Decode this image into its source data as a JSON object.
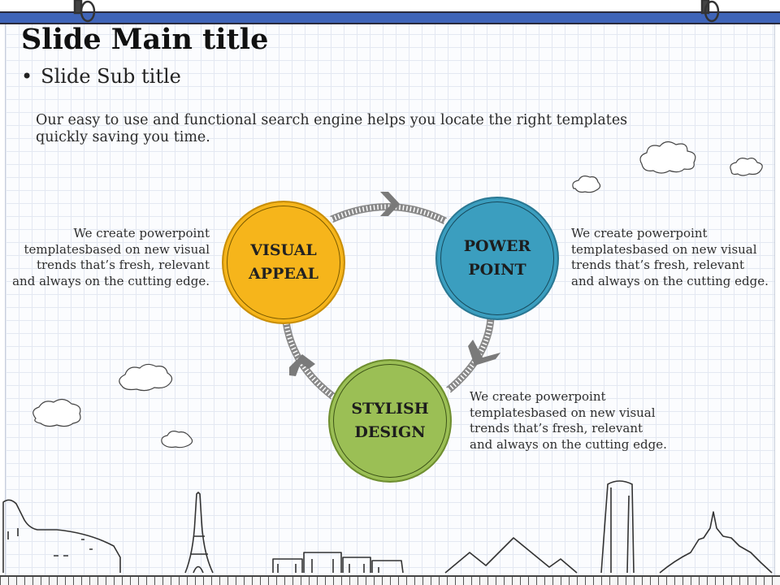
{
  "slide": {
    "title": "Slide Main title",
    "subtitle_bullet": "•",
    "subtitle": "Slide Sub title",
    "intro": "Our easy to use and functional search engine helps you locate the right templates quickly saving you time."
  },
  "cycle": {
    "nodes": [
      {
        "label": "VISUAL\nAPPEAL",
        "color": "#f6b51b"
      },
      {
        "label": "POWER\nPOINT",
        "color": "#3b9ebf"
      },
      {
        "label": "STYLISH\nDESIGN",
        "color": "#9bbf55"
      }
    ],
    "descriptions": {
      "left": "We create powerpoint\ntemplatesbased on new visual\ntrends that’s fresh, relevant\nand always on the cutting edge.",
      "right": "We create powerpoint\ntemplatesbased on new visual\ntrends that’s fresh, relevant\nand always on the cutting edge.",
      "bottom": "We create powerpoint\ntemplatesbased on new visual\ntrends that’s fresh, relevant\nand always on the cutting edge."
    },
    "arrow_color": "#7a7a7a"
  },
  "decor": {
    "icons": [
      "cloud-icon",
      "eiffel-tower-icon",
      "colosseum-icon",
      "stonehenge-icon",
      "pyramids-icon",
      "leaning-tower-icon",
      "mont-saint-michel-icon"
    ],
    "frame_color": "#3f64b8"
  }
}
